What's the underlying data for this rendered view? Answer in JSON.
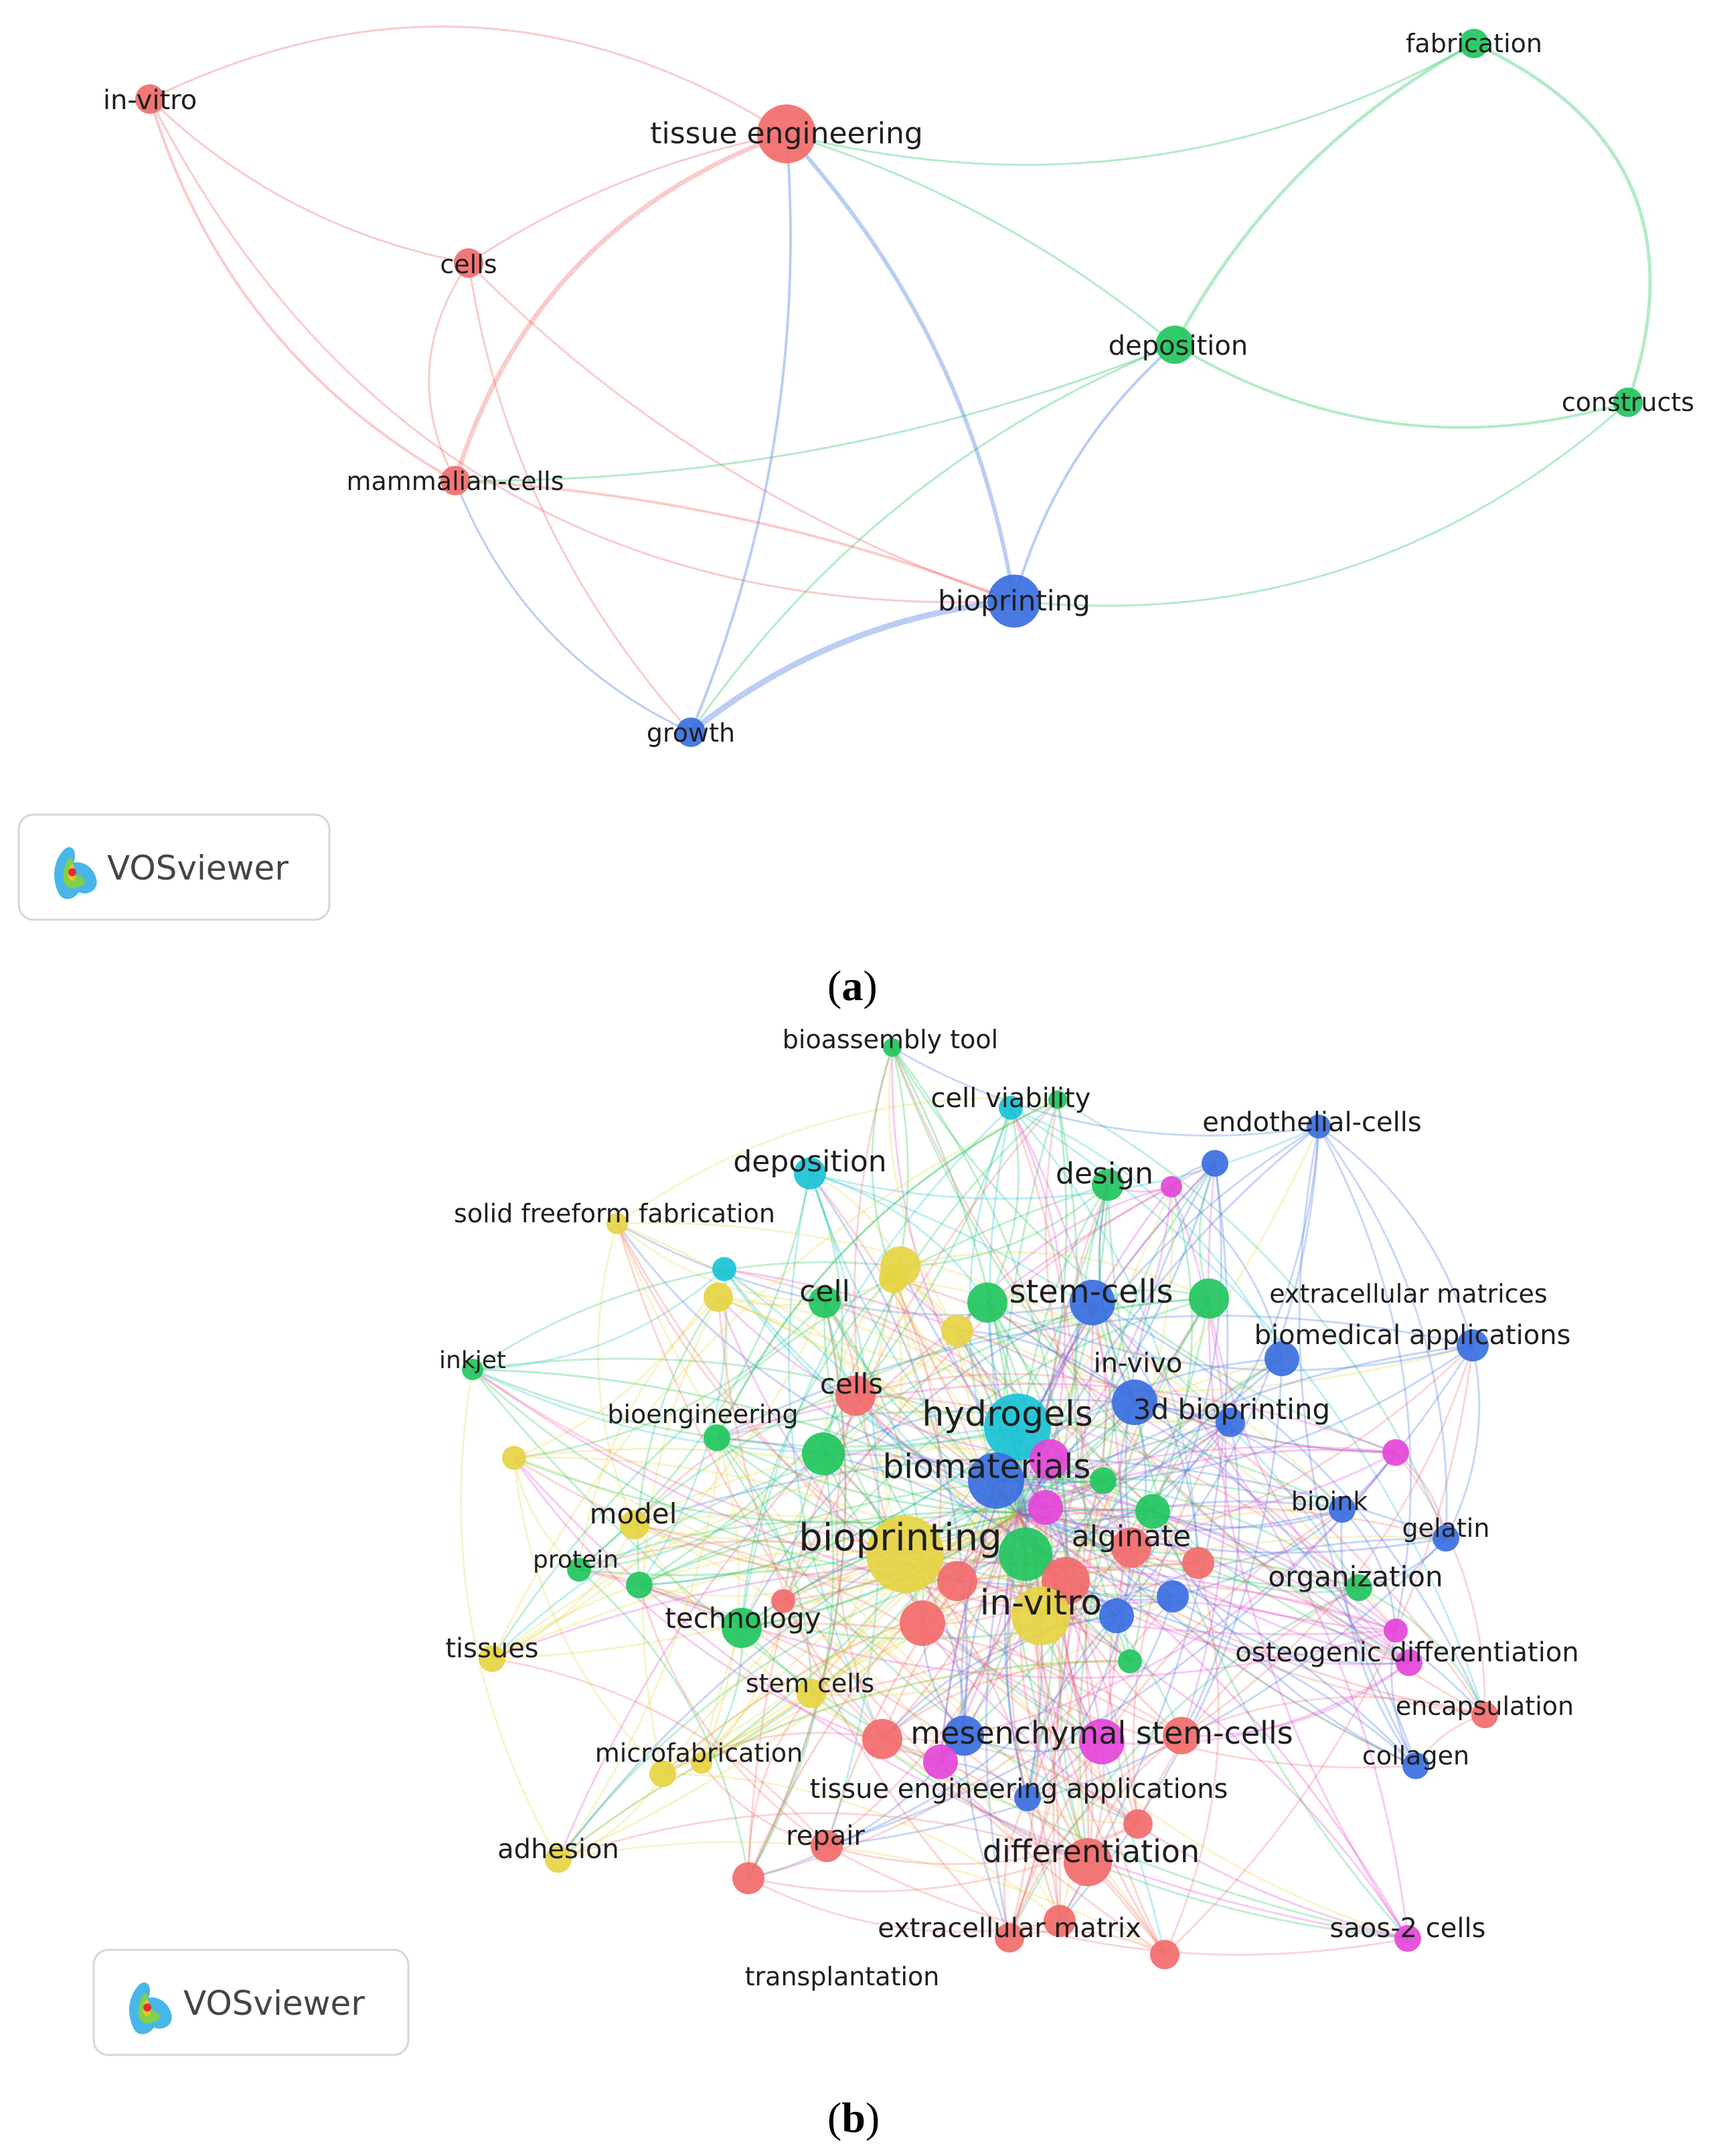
{
  "colors": {
    "red": "#f26b6b",
    "green": "#22c55e",
    "blue": "#3a6fe0",
    "cyan": "#19c3d6",
    "yellow": "#e6d443",
    "magenta": "#e445d8"
  },
  "panel_a": {
    "caption_label": "a",
    "logo_text": "VOSviewer",
    "nodes": [
      {
        "id": "in-vitro",
        "label": "in-vitro",
        "color": "red",
        "size": 1
      },
      {
        "id": "tissue-engineering",
        "label": "tissue engineering",
        "color": "red",
        "size": 2
      },
      {
        "id": "cells",
        "label": "cells",
        "color": "red",
        "size": 1
      },
      {
        "id": "mammalian-cells",
        "label": "mammalian-cells",
        "color": "red",
        "size": 1
      },
      {
        "id": "fabrication",
        "label": "fabrication",
        "color": "green",
        "size": 1
      },
      {
        "id": "deposition",
        "label": "deposition",
        "color": "green",
        "size": 1.3
      },
      {
        "id": "constructs",
        "label": "constructs",
        "color": "green",
        "size": 1
      },
      {
        "id": "bioprinting",
        "label": "bioprinting",
        "color": "blue",
        "size": 1.8
      },
      {
        "id": "growth",
        "label": "growth",
        "color": "blue",
        "size": 1
      }
    ]
  },
  "panel_b": {
    "caption_label": "b",
    "logo_text": "VOSviewer",
    "labels": [
      "bioassembly tool",
      "cell viability",
      "endothelial-cells",
      "deposition",
      "design",
      "solid freeform fabrication",
      "cell",
      "stem-cells",
      "extracellular matrices",
      "biomedical applications",
      "inkjet",
      "in-vivo",
      "cells",
      "hydrogels",
      "3d bioprinting",
      "bioengineering",
      "biomaterials",
      "bioink",
      "model",
      "gelatin",
      "bioprinting",
      "alginate",
      "protein",
      "organization",
      "in-vitro",
      "technology",
      "tissues",
      "osteogenic differentiation",
      "stem cells",
      "encapsulation",
      "mesenchymal stem-cells",
      "microfabrication",
      "collagen",
      "tissue engineering applications",
      "repair",
      "adhesion",
      "differentiation",
      "extracellular matrix",
      "saos-2 cells",
      "transplantation"
    ]
  }
}
